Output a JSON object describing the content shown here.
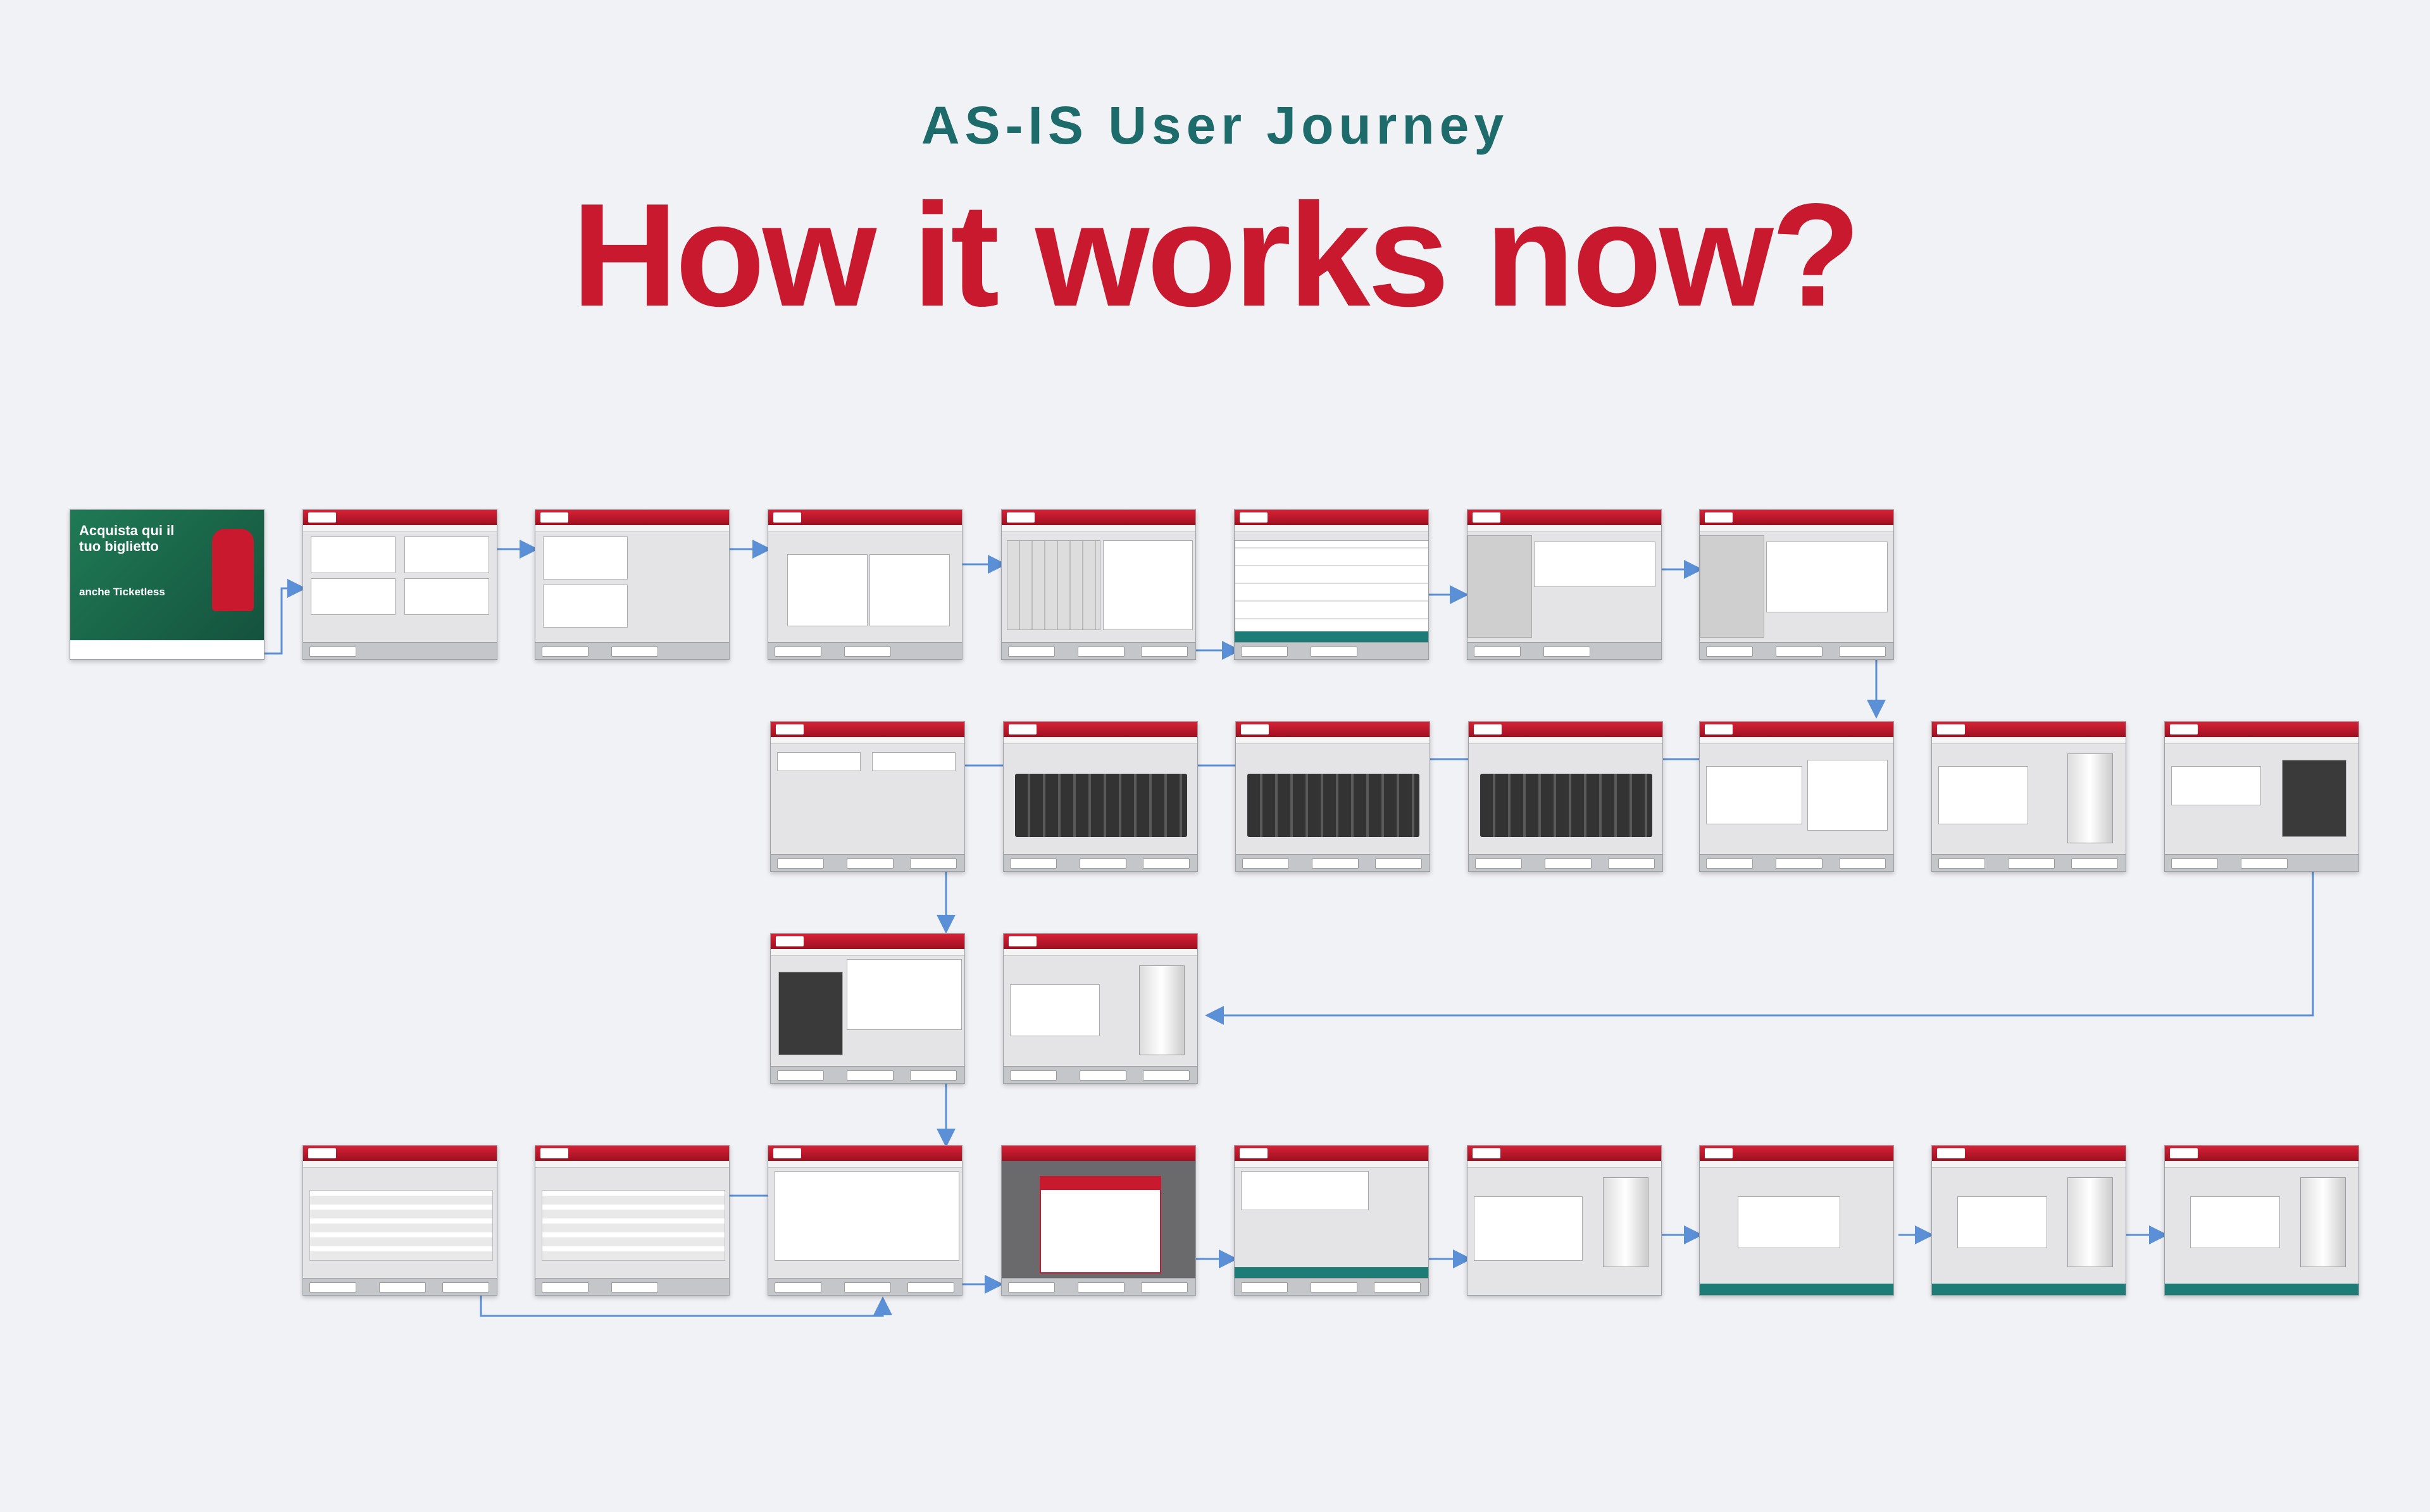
{
  "header": {
    "subtitle": "AS-IS User Journey",
    "title": "How it works now?"
  },
  "colors": {
    "background": "#f1f2f5",
    "accent_red": "#c9192e",
    "accent_teal": "#1d6b6a",
    "arrow": "#5b8fd6"
  },
  "promo": {
    "headline": "Acquista qui il tuo biglietto",
    "subline": "anche Ticketless"
  },
  "screens": [
    {
      "id": "s1",
      "kind": "promo",
      "row": 1,
      "col": 1
    },
    {
      "id": "s2",
      "kind": "menu",
      "row": 1,
      "col": 2
    },
    {
      "id": "s3",
      "kind": "menu",
      "row": 1,
      "col": 3
    },
    {
      "id": "s4",
      "kind": "list",
      "row": 1,
      "col": 4
    },
    {
      "id": "s5",
      "kind": "calendar",
      "row": 1,
      "col": 5
    },
    {
      "id": "s6",
      "kind": "list",
      "row": 1,
      "col": 6
    },
    {
      "id": "s7",
      "kind": "form",
      "row": 1,
      "col": 7
    },
    {
      "id": "s8",
      "kind": "form",
      "row": 1,
      "col": 8
    },
    {
      "id": "s9",
      "kind": "form",
      "row": 2,
      "col": 1
    },
    {
      "id": "s10",
      "kind": "keyboard",
      "row": 2,
      "col": 2
    },
    {
      "id": "s11",
      "kind": "keyboard",
      "row": 2,
      "col": 3
    },
    {
      "id": "s12",
      "kind": "keyboard",
      "row": 2,
      "col": 4
    },
    {
      "id": "s13",
      "kind": "form",
      "row": 2,
      "col": 5
    },
    {
      "id": "s14",
      "kind": "kiosk",
      "row": 2,
      "col": 6
    },
    {
      "id": "s15",
      "kind": "keypad",
      "row": 2,
      "col": 7
    },
    {
      "id": "s16",
      "kind": "keypad",
      "row": 3,
      "col": 1
    },
    {
      "id": "s17",
      "kind": "kiosk",
      "row": 3,
      "col": 2
    },
    {
      "id": "s18",
      "kind": "seats",
      "row": 4,
      "col": 1
    },
    {
      "id": "s19",
      "kind": "seats",
      "row": 4,
      "col": 2
    },
    {
      "id": "s20",
      "kind": "list",
      "row": 4,
      "col": 3
    },
    {
      "id": "s21",
      "kind": "dialog",
      "row": 4,
      "col": 4
    },
    {
      "id": "s22",
      "kind": "summary",
      "row": 4,
      "col": 5
    },
    {
      "id": "s23",
      "kind": "kiosk",
      "row": 4,
      "col": 6
    },
    {
      "id": "s24",
      "kind": "kiosk",
      "row": 4,
      "col": 7
    },
    {
      "id": "s25",
      "kind": "kiosk",
      "row": 4,
      "col": 8
    },
    {
      "id": "s26",
      "kind": "kiosk",
      "row": 4,
      "col": 9
    }
  ]
}
